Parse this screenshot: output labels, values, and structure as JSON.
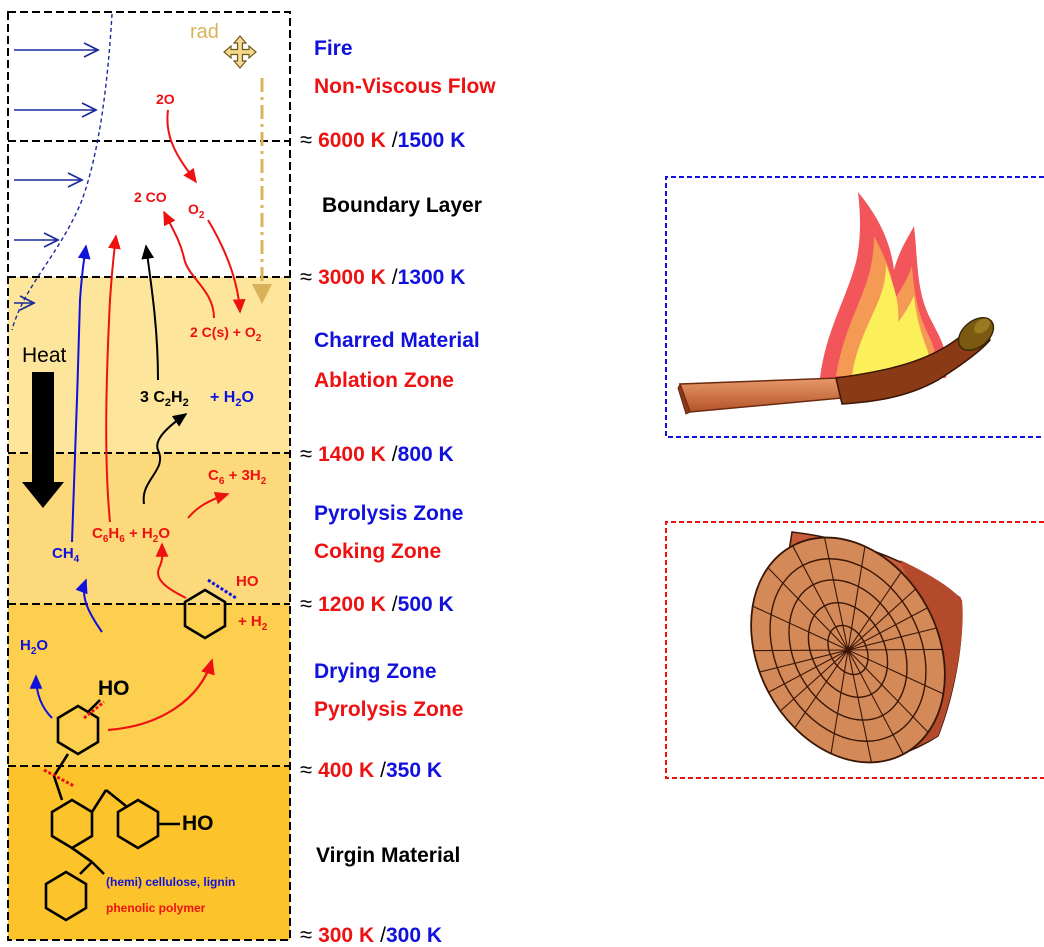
{
  "colors": {
    "blue": "#1111dd",
    "red": "#ee1111",
    "black": "#000000",
    "gold": "#d9b35a",
    "zone_charred": "#fde59c",
    "zone_pyrolysis": "#fcd97a",
    "zone_drying": "#fccf4e",
    "zone_virgin": "#fcc42a"
  },
  "zones": {
    "fire": {
      "label_a": "Fire",
      "label_b": "Non-Viscous Flow"
    },
    "boundary": {
      "label": "Boundary Layer"
    },
    "charred": {
      "label_a": "Charred Material",
      "label_b": "Ablation Zone"
    },
    "pyrolysis": {
      "label_a": "Pyrolysis Zone",
      "label_b": "Coking Zone"
    },
    "drying": {
      "label_a": "Drying Zone",
      "label_b": "Pyrolysis Zone"
    },
    "virgin": {
      "label": "Virgin Material"
    }
  },
  "temps": [
    {
      "approx": "≈",
      "red": "6000 K",
      "sep": "/",
      "blue": "1500 K"
    },
    {
      "approx": "≈",
      "red": "3000 K",
      "sep": "/",
      "blue": "1300 K"
    },
    {
      "approx": "≈",
      "red": "1400 K",
      "sep": "/",
      "blue": "800 K"
    },
    {
      "approx": "≈",
      "red": "1200 K",
      "sep": "/",
      "blue": "500 K"
    },
    {
      "approx": "≈",
      "red": "400 K",
      "sep": "/",
      "blue": "350 K"
    },
    {
      "approx": "≈",
      "red": "300 K",
      "sep": "/",
      "blue": "300 K"
    }
  ],
  "labels": {
    "rad": "rad",
    "heat": "Heat",
    "two_o": "2O",
    "two_co": "2 CO",
    "o2": "O",
    "o2_sub": "2",
    "char_reaction": "2 C(s) + O",
    "char_reaction_sub": "2",
    "acetylene_a": "3 C",
    "acetylene_sub1": "2",
    "acetylene_b": "H",
    "acetylene_sub2": "2",
    "water_a": "+ H",
    "water_sub": "2",
    "water_b": "O",
    "c6_a": "C",
    "c6_sub": "6",
    "c6_b": " + 3H",
    "c6_sub2": "2",
    "benzene_a": "C",
    "benzene_sub1": "6",
    "benzene_b": "H",
    "benzene_sub2": "6",
    "benzene_c": " + H",
    "benzene_sub3": "2",
    "benzene_d": "O",
    "ch4_a": "CH",
    "ch4_sub": "4",
    "h2o_a": "H",
    "h2o_sub": "2",
    "h2o_b": "O",
    "ho_small": "HO",
    "plus_h2_a": "+ H",
    "plus_h2_sub": "2",
    "ho_mid": "HO",
    "ho_low": "HO",
    "cellulose": "(hemi) cellulose, lignin",
    "phenolic": "phenolic polymer"
  }
}
